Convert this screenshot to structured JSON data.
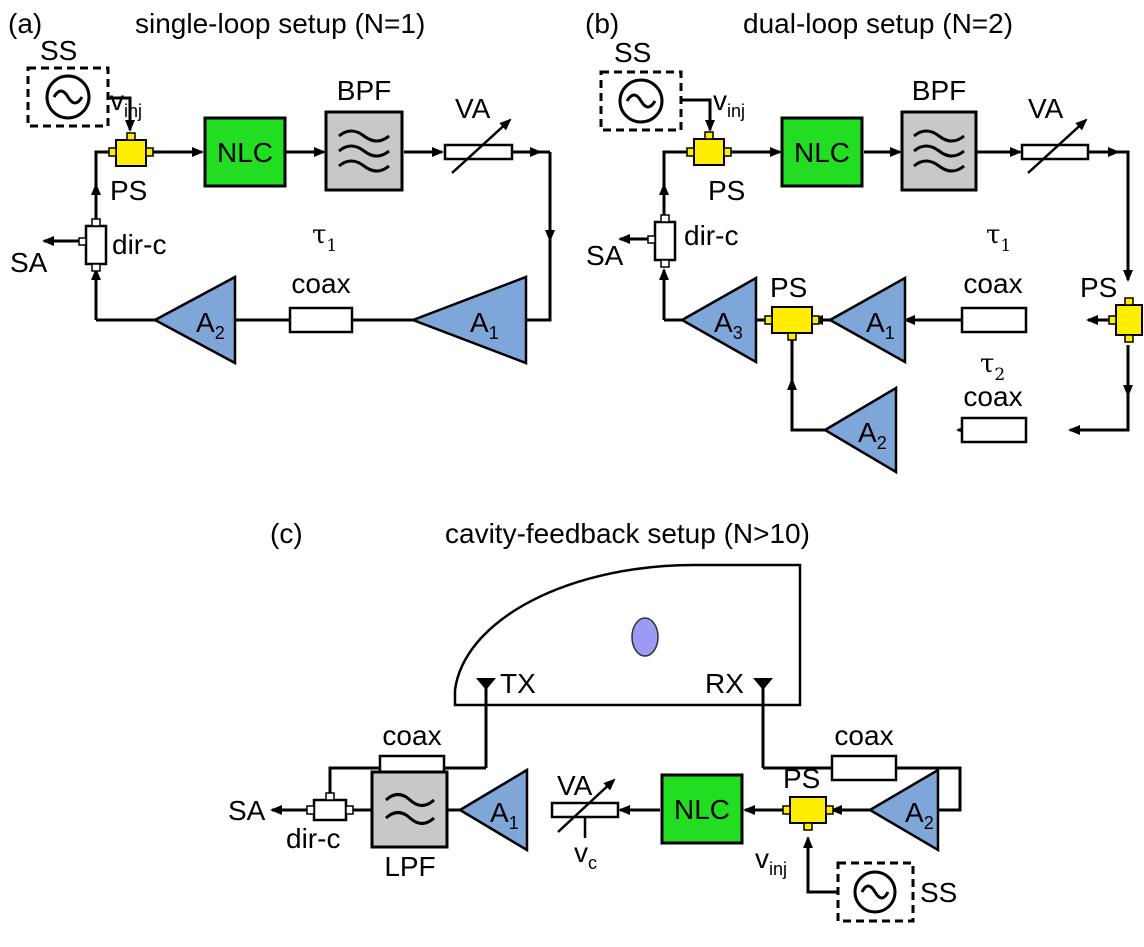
{
  "colors": {
    "nlc": "#22dd22",
    "filter": "#c8c8c8",
    "amp": "#7fa6d9",
    "splitter": "#ffee00",
    "target": "#9b9bf5"
  },
  "panels": {
    "a": {
      "tag": "(a)",
      "title": "single-loop setup (N=1)",
      "ss": "SS",
      "vinj": "v",
      "vinj_sub": "inj",
      "ps": "PS",
      "nlc": "NLC",
      "bpf": "BPF",
      "va": "VA",
      "tau": "τ",
      "tau_sub": "1",
      "dirc": "dir-c",
      "sa": "SA",
      "coax": "coax",
      "a1": "A",
      "a1_sub": "1",
      "a2": "A",
      "a2_sub": "2"
    },
    "b": {
      "tag": "(b)",
      "title": "dual-loop setup (N=2)",
      "ss": "SS",
      "vinj": "v",
      "vinj_sub": "inj",
      "ps_top": "PS",
      "nlc": "NLC",
      "bpf": "BPF",
      "va": "VA",
      "tau1": "τ",
      "tau1_sub": "1",
      "dirc": "dir-c",
      "sa": "SA",
      "ps_right": "PS",
      "ps_mid": "PS",
      "coax_upper": "coax",
      "coax_lower": "coax",
      "tau2": "τ",
      "tau2_sub": "2",
      "a1": "A",
      "a1_sub": "1",
      "a2": "A",
      "a2_sub": "2",
      "a3": "A",
      "a3_sub": "3"
    },
    "c": {
      "tag": "(c)",
      "title": "cavity-feedback setup (N>10)",
      "tx": "TX",
      "rx": "RX",
      "coax_left": "coax",
      "coax_right": "coax",
      "sa": "SA",
      "dirc": "dir-c",
      "lpf": "LPF",
      "a1": "A",
      "a1_sub": "1",
      "a2": "A",
      "a2_sub": "2",
      "va": "VA",
      "vc": "v",
      "vc_sub": "c",
      "nlc": "NLC",
      "ps": "PS",
      "vinj": "v",
      "vinj_sub": "inj",
      "ss": "SS"
    }
  }
}
